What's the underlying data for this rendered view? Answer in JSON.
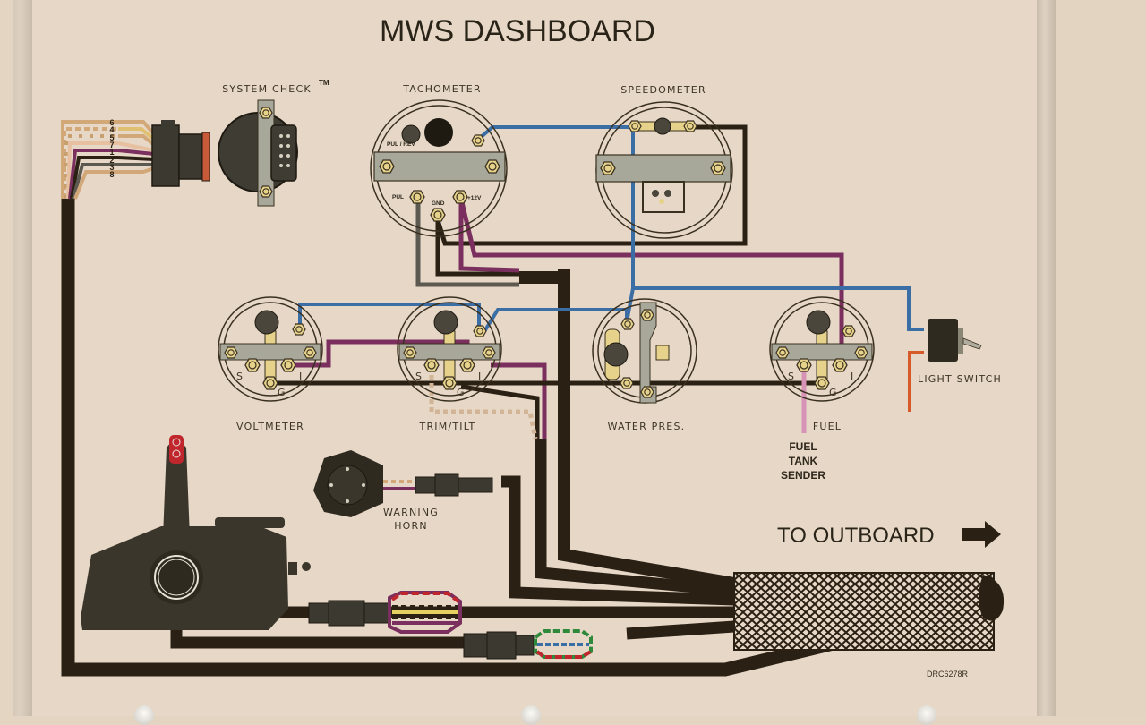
{
  "title": "MWS DASHBOARD",
  "drawing_number": "DRC6278R",
  "outboard_label": "TO OUTBOARD",
  "gauges": {
    "system_check": {
      "label": "SYSTEM CHECK",
      "trademark": "TM"
    },
    "tachometer": {
      "label": "TACHOMETER",
      "terminals": {
        "pul_rev": "PUL / REV",
        "pul": "PUL",
        "gnd": "GND",
        "plus12v": "+12V"
      }
    },
    "speedometer": {
      "label": "SPEEDOMETER"
    },
    "voltmeter": {
      "label": "VOLTMETER",
      "terminals": {
        "s": "S",
        "i": "I",
        "g": "G"
      }
    },
    "trim_tilt": {
      "label": "TRIM/TILT",
      "terminals": {
        "s": "S",
        "i": "I",
        "g": "G"
      }
    },
    "water_pres": {
      "label": "WATER PRES."
    },
    "fuel": {
      "label": "FUEL",
      "terminals": {
        "s": "S",
        "i": "I",
        "g": "G"
      }
    }
  },
  "light_switch": {
    "label": "LIGHT SWITCH"
  },
  "warning_horn": {
    "line1": "WARNING",
    "line2": "HORN"
  },
  "fuel_tank_sender": {
    "line1": "FUEL",
    "line2": "TANK",
    "line3": "SENDER"
  },
  "harness_pins": [
    "6",
    "4",
    "5",
    "7",
    "1",
    "2",
    "3",
    "8"
  ],
  "wire_colors": {
    "black": "#2a2014",
    "blue": "#3a6ea5",
    "purple": "#7a2f5e",
    "gray": "#5c5a50",
    "pink": "#d693b6",
    "orange": "#d65a2a",
    "tan": "#d2a878",
    "brass": "#e6d28a",
    "bracket": "#a7a89a"
  }
}
